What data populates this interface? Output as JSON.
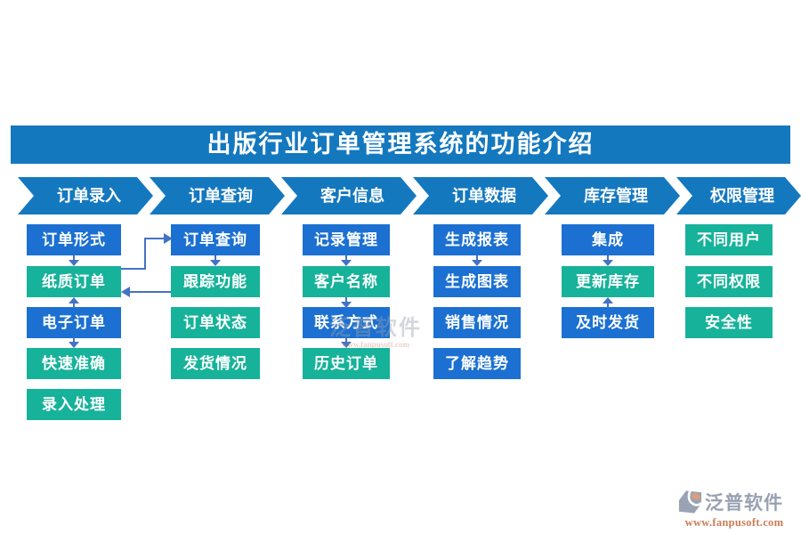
{
  "page_title": "出版行业订单管理系统的功能介绍",
  "palette": {
    "header_blue": "#1478BF",
    "box_blue": "#1B70D1",
    "box_teal": "#17B29A",
    "arrow": "#4472C4",
    "logo_grey": "#98A1B2",
    "logo_url": "#CC7B57",
    "logo_salmon": "#DE9C7C",
    "background": "#FFFFFF"
  },
  "columns": [
    {
      "header": "订单录入",
      "items": [
        {
          "label": "订单形式",
          "color": "blue"
        },
        {
          "label": "纸质订单",
          "color": "teal"
        },
        {
          "label": "电子订单",
          "color": "blue"
        },
        {
          "label": "快速准确",
          "color": "teal"
        },
        {
          "label": "录入处理",
          "color": "teal"
        }
      ]
    },
    {
      "header": "订单查询",
      "items": [
        {
          "label": "订单查询",
          "color": "blue"
        },
        {
          "label": "跟踪功能",
          "color": "teal"
        },
        {
          "label": "订单状态",
          "color": "teal"
        },
        {
          "label": "发货情况",
          "color": "teal"
        }
      ]
    },
    {
      "header": "客户信息",
      "items": [
        {
          "label": "记录管理",
          "color": "blue"
        },
        {
          "label": "客户名称",
          "color": "teal"
        },
        {
          "label": "联系方式",
          "color": "blue"
        },
        {
          "label": "历史订单",
          "color": "teal"
        }
      ]
    },
    {
      "header": "订单数据",
      "items": [
        {
          "label": "生成报表",
          "color": "blue"
        },
        {
          "label": "生成图表",
          "color": "blue"
        },
        {
          "label": "销售情况",
          "color": "blue"
        },
        {
          "label": "了解趋势",
          "color": "blue"
        }
      ]
    },
    {
      "header": "库存管理",
      "items": [
        {
          "label": "集成",
          "color": "blue"
        },
        {
          "label": "更新库存",
          "color": "teal"
        },
        {
          "label": "及时发货",
          "color": "blue"
        }
      ]
    },
    {
      "header": "权限管理",
      "items": [
        {
          "label": "不同用户",
          "color": "teal"
        },
        {
          "label": "不同权限",
          "color": "teal"
        },
        {
          "label": "安全性",
          "color": "teal"
        }
      ]
    }
  ],
  "flow_arrows": {
    "vertical": [
      "订单形式→纸质订单",
      "电子订单→纸质订单(up)",
      "电子订单→快速准确",
      "订单查询→跟踪功能",
      "记录管理→客户名称",
      "客户名称→联系方式",
      "联系方式→历史订单",
      "生成报表→生成图表",
      "集成→更新库存",
      "及时发货→更新库存(up)"
    ],
    "cross": [
      "纸质订单→订单查询",
      "跟踪功能→纸质订单"
    ]
  },
  "watermark": {
    "text": "泛普软件",
    "url": "www.fanpusoft.com"
  },
  "footer": {
    "brand": "泛普软件",
    "url": "www.fanpusoft.com"
  }
}
